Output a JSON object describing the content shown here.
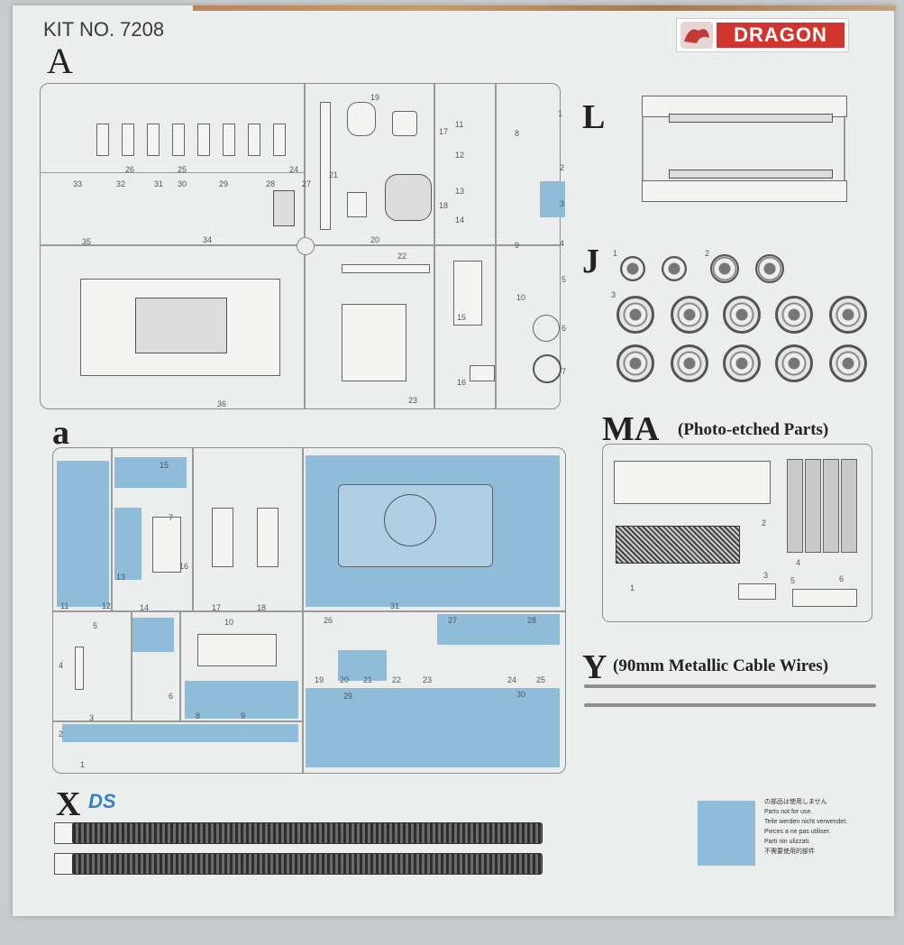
{
  "header": {
    "kit_number": "KIT NO. 7208",
    "brand": "DRAGON"
  },
  "sprues": {
    "A": {
      "letter": "A",
      "numbers": [
        "19",
        "26",
        "25",
        "24",
        "21",
        "17",
        "11",
        "1",
        "12",
        "18",
        "13",
        "14",
        "33",
        "32",
        "31",
        "30",
        "29",
        "28",
        "27",
        "35",
        "34",
        "20",
        "22",
        "8",
        "2",
        "3",
        "9",
        "4",
        "10",
        "5",
        "15",
        "6",
        "36",
        "23",
        "16",
        "7"
      ]
    },
    "L": {
      "letter": "L"
    },
    "J": {
      "letter": "J",
      "numbers": [
        "1",
        "2",
        "3"
      ]
    },
    "a": {
      "letter": "a",
      "numbers": [
        "15",
        "7",
        "16",
        "13",
        "11",
        "12",
        "14",
        "17",
        "18",
        "31",
        "5",
        "10",
        "26",
        "27",
        "28",
        "4",
        "6",
        "19",
        "20",
        "21",
        "22",
        "23",
        "24",
        "25",
        "29",
        "30",
        "3",
        "8",
        "9",
        "2",
        "1"
      ]
    },
    "MA": {
      "letter": "MA",
      "caption": "(Photo-etched Parts)",
      "numbers": [
        "2",
        "4",
        "1",
        "3",
        "5",
        "6"
      ]
    },
    "Y": {
      "letter": "Y",
      "caption": "(90mm Metallic Cable Wires)"
    },
    "X": {
      "letter": "X",
      "badge": "DS"
    }
  },
  "legend": {
    "lines": [
      "の部品は使用しません",
      "Parts not for use.",
      "Teile werden nicht verwendet.",
      "Pieces a ne pas utiliser.",
      "Parti nin ulizzati.",
      "不需要使用的部件"
    ]
  },
  "colors": {
    "unused_blue": "#8fbcd9",
    "brand_red": "#d2342e"
  }
}
